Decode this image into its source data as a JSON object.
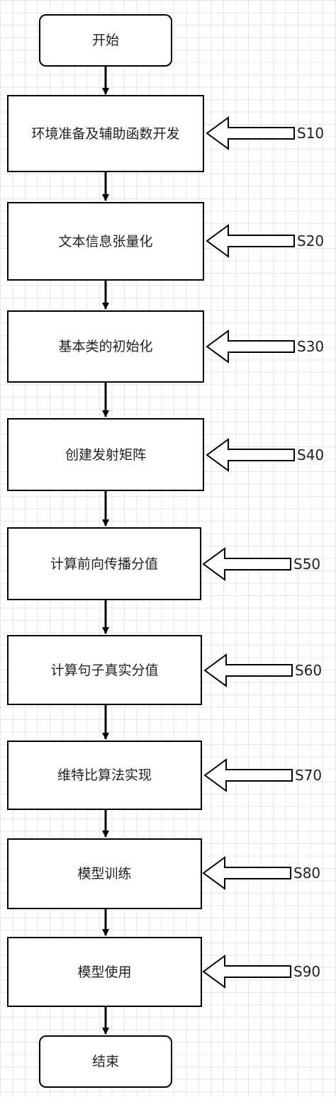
{
  "diagram": {
    "start": "开始",
    "end": "结束",
    "steps": [
      {
        "text": "环境准备及辅助函数开发",
        "label": "S10"
      },
      {
        "text": "文本信息张量化",
        "label": "S20"
      },
      {
        "text": "基本类的初始化",
        "label": "S30"
      },
      {
        "text": "创建发射矩阵",
        "label": "S40"
      },
      {
        "text": "计算前向传播分值",
        "label": "S50"
      },
      {
        "text": "计算句子真实分值",
        "label": "S60"
      },
      {
        "text": "维特比算法实现",
        "label": "S70"
      },
      {
        "text": "模型训练",
        "label": "S80"
      },
      {
        "text": "模型使用",
        "label": "S90"
      }
    ]
  }
}
